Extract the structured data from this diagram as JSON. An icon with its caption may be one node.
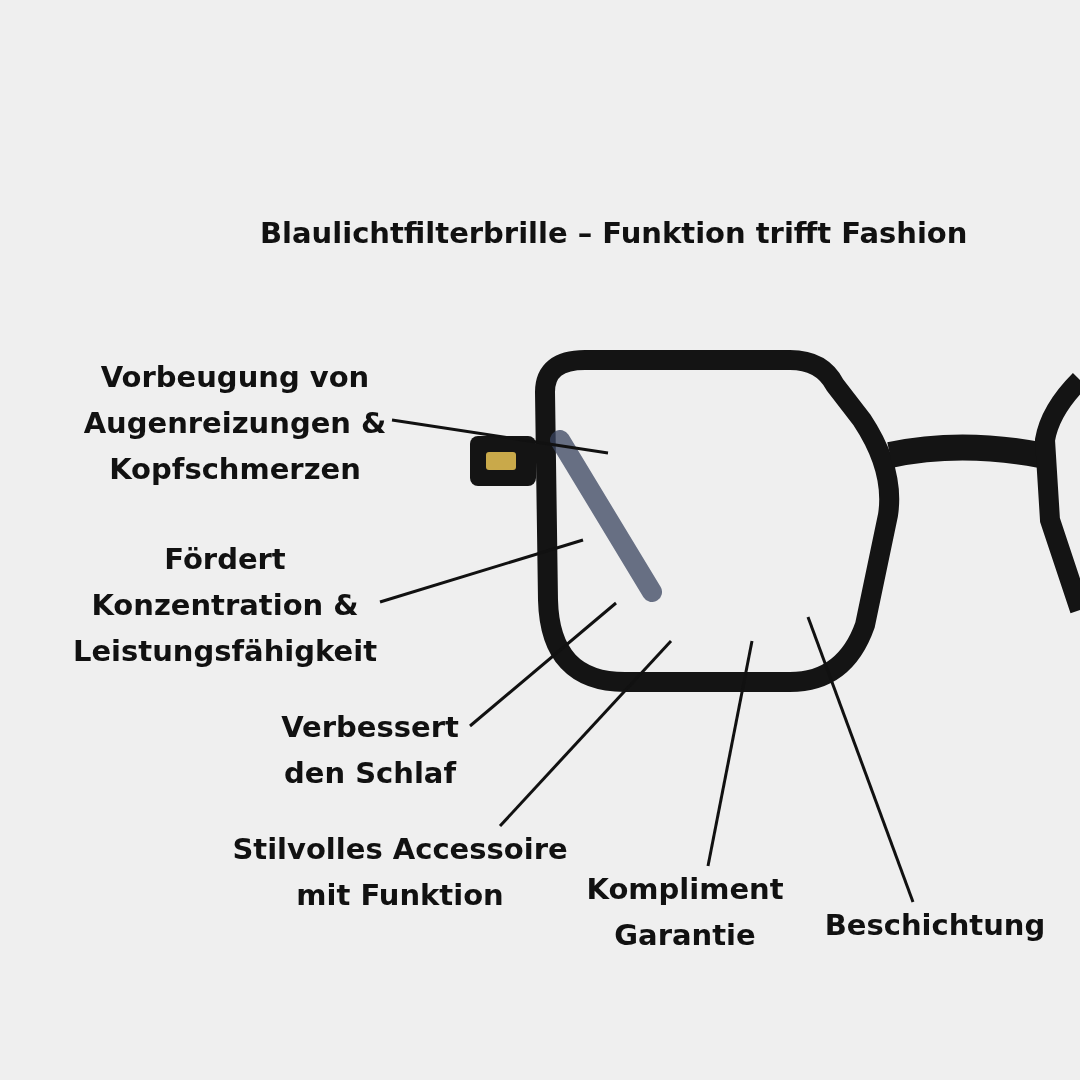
{
  "diagram": {
    "title": "Blaulichtfilterbrille – Funktion trifft Fashion",
    "nodes": [
      {
        "text": [
          "Vorbeugung von Augenreizungen & Kopfschmerzen"
        ]
      },
      {
        "text": [
          "Fördert Konzentration & Leistungsfähigkeit"
        ]
      },
      {
        "text": [
          "Verbessert den Schlaf"
        ]
      },
      {
        "text": [
          "Stilvolles Accessoire mit Funktion"
        ]
      },
      {
        "text": [
          "Kompliment Garantie"
        ]
      },
      {
        "text": [
          "Beschichtung"
        ]
      }
    ],
    "edges": [
      {
        "from": 0,
        "to": null,
        "arrow": "none"
      },
      {
        "from": 1,
        "to": null,
        "arrow": "none"
      },
      {
        "from": 2,
        "to": null,
        "arrow": "none"
      },
      {
        "from": 3,
        "to": null,
        "arrow": "none"
      },
      {
        "from": 4,
        "to": null,
        "arrow": "none"
      },
      {
        "from": 5,
        "to": null,
        "arrow": "none"
      }
    ]
  }
}
